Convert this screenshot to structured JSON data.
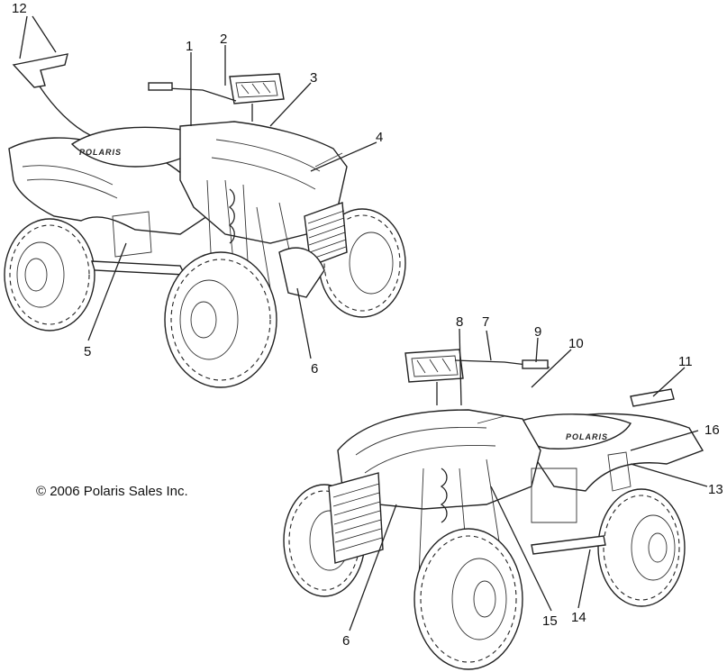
{
  "copyright": "© 2006 Polaris Sales Inc.",
  "brand_decal": "POLARIS",
  "callouts": [
    "12",
    "1",
    "2",
    "3",
    "4",
    "5",
    "6",
    "8",
    "7",
    "9",
    "10",
    "11",
    "16",
    "13",
    "15",
    "14",
    "6"
  ]
}
